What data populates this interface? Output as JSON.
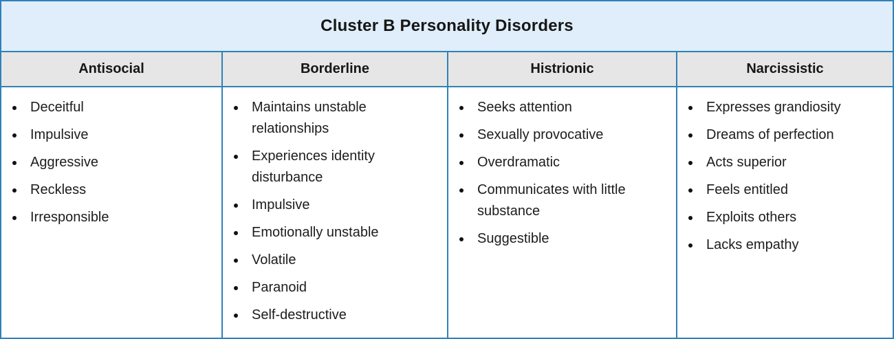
{
  "title": "Cluster B Personality Disorders",
  "columns": [
    {
      "header": "Antisocial",
      "items": [
        "Deceitful",
        "Impulsive",
        "Aggressive",
        "Reckless",
        "Irresponsible"
      ]
    },
    {
      "header": "Borderline",
      "items": [
        "Maintains unstable relationships",
        "Experiences identity disturbance",
        "Impulsive",
        "Emotionally unstable",
        "Volatile",
        "Paranoid",
        "Self-destructive"
      ]
    },
    {
      "header": "Histrionic",
      "items": [
        "Seeks attention",
        "Sexually provocative",
        "Overdramatic",
        "Communicates with little substance",
        "Suggestible"
      ]
    },
    {
      "header": "Narcissistic",
      "items": [
        "Expresses grandiosity",
        "Dreams of perfection",
        "Acts superior",
        "Feels entitled",
        "Exploits others",
        "Lacks empathy"
      ]
    }
  ],
  "colors": {
    "border": "#2f81b6",
    "title_background": "#dfeefa",
    "header_background": "#e6e6e6",
    "text": "#161616"
  }
}
